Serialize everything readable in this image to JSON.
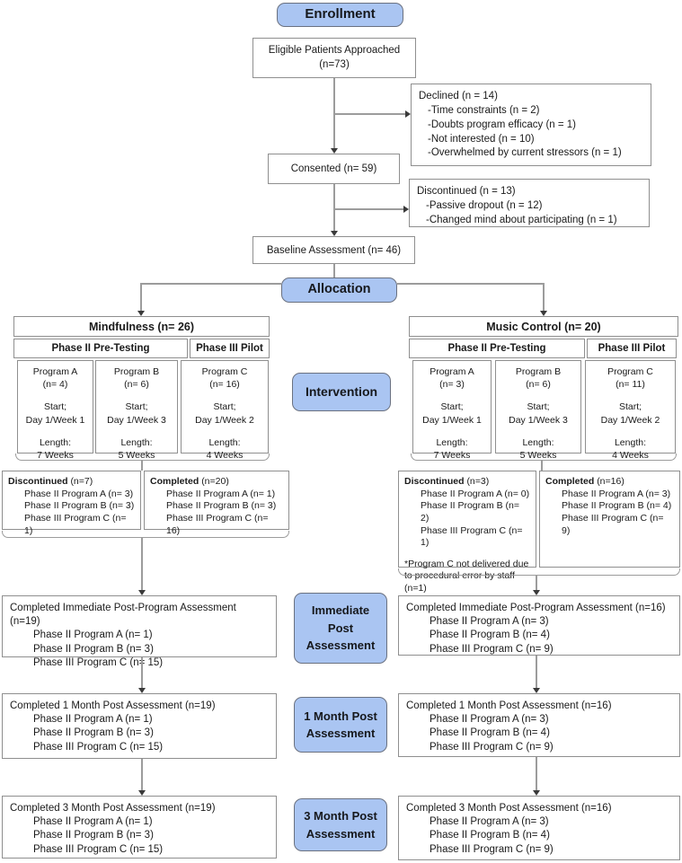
{
  "colors": {
    "accent_fill": "#aac5f2",
    "accent_border": "#6a7180",
    "box_border": "#8f8f8f",
    "line": "#9c9c9c",
    "arrow": "#3a3a3a"
  },
  "stages": {
    "enrollment": "Enrollment",
    "allocation": "Allocation",
    "intervention": "Intervention",
    "immediate": "Immediate Post Assessment",
    "month1": "1 Month Post Assessment",
    "month3": "3 Month Post Assessment"
  },
  "top": {
    "eligible_line1": "Eligible Patients Approached",
    "eligible_line2": "(n=73)",
    "declined": {
      "title": "Declined (n = 14)",
      "items": [
        "-Time constraints (n = 2)",
        "-Doubts program efficacy (n = 1)",
        "-Not interested (n = 10)",
        "-Overwhelmed by current stressors (n = 1)"
      ]
    },
    "consented": "Consented (n= 59)",
    "discontinued": {
      "title": "Discontinued (n = 13)",
      "items": [
        "-Passive dropout (n = 12)",
        "-Changed mind about participating (n = 1)"
      ]
    },
    "baseline": "Baseline Assessment (n= 46)"
  },
  "arms": {
    "mindfulness": {
      "title": "Mindfulness (n= 26)",
      "phase2_header": "Phase II Pre-Testing",
      "phase3_header": "Phase III Pilot",
      "programs": [
        {
          "name": "Program A",
          "n": "(n= 4)",
          "start_label": "Start;",
          "start": "Day 1/Week 1",
          "length_label": "Length:",
          "length": "7 Weeks"
        },
        {
          "name": "Program B",
          "n": "(n= 6)",
          "start_label": "Start;",
          "start": "Day 1/Week 3",
          "length_label": "Length:",
          "length": "5 Weeks"
        },
        {
          "name": "Program C",
          "n": "(n= 16)",
          "start_label": "Start;",
          "start": "Day 1/Week 2",
          "length_label": "Length:",
          "length": "4 Weeks"
        }
      ],
      "discontinued": {
        "label": "Discontinued",
        "n": "(n=7)",
        "items": [
          "Phase II Program A (n= 3)",
          "Phase II Program B (n= 3)",
          "Phase III Program C (n= 1)"
        ]
      },
      "completed": {
        "label": "Completed",
        "n": "(n=20)",
        "items": [
          "Phase II Program A (n= 1)",
          "Phase II Program B (n= 3)",
          "Phase III Program C (n= 16)"
        ]
      },
      "immediate": {
        "title": "Completed Immediate Post-Program Assessment (n=19)",
        "items": [
          "Phase II Program A (n= 1)",
          "Phase II Program B (n= 3)",
          "Phase III Program C (n= 15)"
        ]
      },
      "month1": {
        "title": "Completed 1 Month Post Assessment (n=19)",
        "items": [
          "Phase II Program A (n= 1)",
          "Phase II Program B (n= 3)",
          "Phase III Program C (n= 15)"
        ]
      },
      "month3": {
        "title": "Completed 3 Month Post Assessment (n=19)",
        "items": [
          "Phase II Program A (n= 1)",
          "Phase II Program B (n= 3)",
          "Phase III Program C (n= 15)"
        ]
      }
    },
    "music": {
      "title": "Music Control (n= 20)",
      "phase2_header": "Phase II Pre-Testing",
      "phase3_header": "Phase III Pilot",
      "programs": [
        {
          "name": "Program A",
          "n": "(n= 3)",
          "start_label": "Start;",
          "start": "Day 1/Week 1",
          "length_label": "Length:",
          "length": "7 Weeks"
        },
        {
          "name": "Program B",
          "n": "(n= 6)",
          "start_label": "Start;",
          "start": "Day 1/Week 3",
          "length_label": "Length:",
          "length": "5 Weeks"
        },
        {
          "name": "Program C",
          "n": "(n= 11)",
          "start_label": "Start;",
          "start": "Day 1/Week 2",
          "length_label": "Length:",
          "length": "4 Weeks"
        }
      ],
      "discontinued": {
        "label": "Discontinued",
        "n": "(n=3)",
        "items": [
          "Phase II Program A (n= 0)",
          "Phase II Program B (n= 2)",
          "Phase III Program C (n= 1)"
        ],
        "note": "*Program C not delivered due to procedural error by staff (n=1)"
      },
      "completed": {
        "label": "Completed",
        "n": "(n=16)",
        "items": [
          "Phase II Program A (n= 3)",
          "Phase II Program B (n= 4)",
          "Phase III Program C (n= 9)"
        ]
      },
      "immediate": {
        "title": "Completed Immediate Post-Program Assessment (n=16)",
        "items": [
          "Phase II Program A (n= 3)",
          "Phase II Program B (n= 4)",
          "Phase III Program C (n= 9)"
        ]
      },
      "month1": {
        "title": "Completed 1 Month Post Assessment (n=16)",
        "items": [
          "Phase II Program A (n= 3)",
          "Phase II Program B (n= 4)",
          "Phase III Program C (n= 9)"
        ]
      },
      "month3": {
        "title": "Completed 3 Month Post Assessment (n=16)",
        "items": [
          "Phase II Program A (n= 3)",
          "Phase II Program B (n= 4)",
          "Phase III Program C (n= 9)"
        ]
      }
    }
  }
}
